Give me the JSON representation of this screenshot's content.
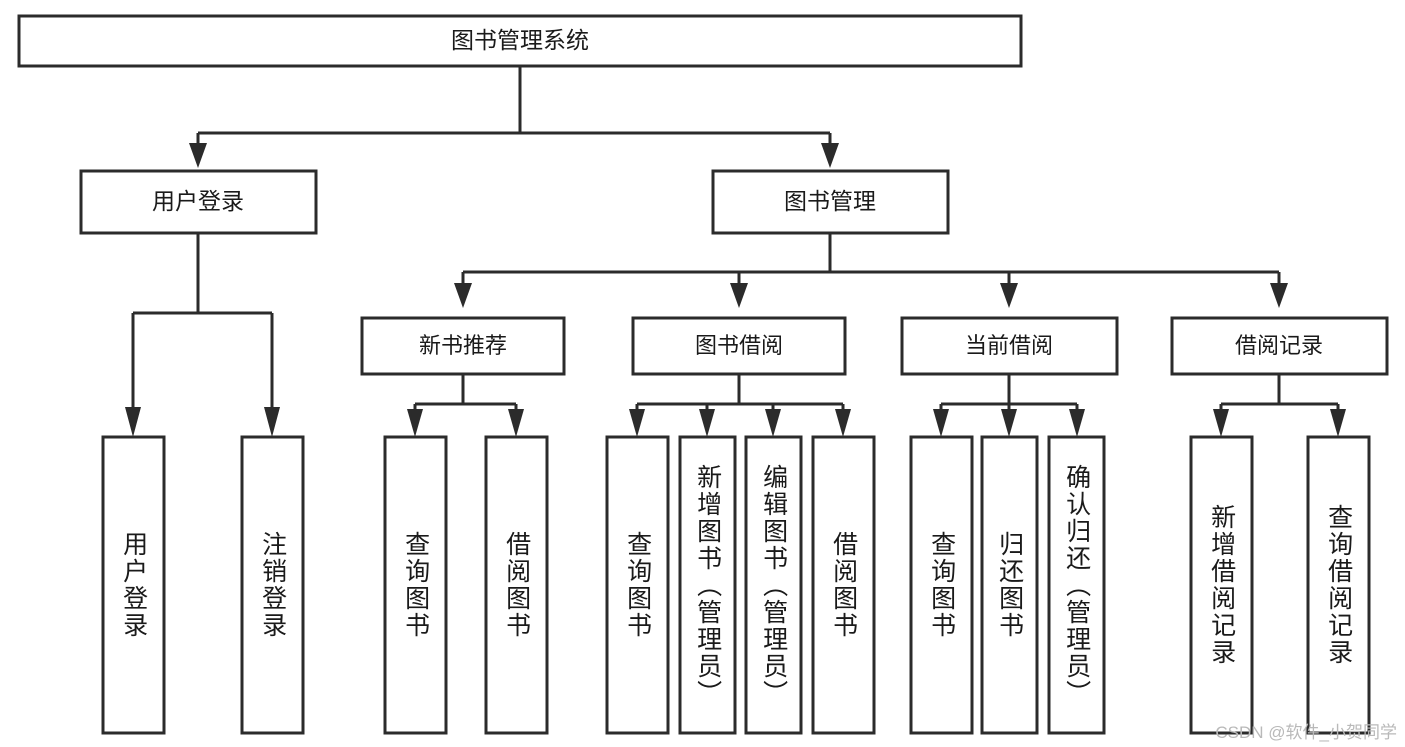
{
  "diagram": {
    "type": "tree",
    "title": "图书管理系统",
    "root": {
      "id": "root",
      "label": "图书管理系统"
    },
    "level2": [
      {
        "id": "user-login",
        "label": "用户登录"
      },
      {
        "id": "book-manage",
        "label": "图书管理"
      }
    ],
    "level3": [
      {
        "id": "new-book-rec",
        "label": "新书推荐",
        "parent": "book-manage"
      },
      {
        "id": "book-borrow",
        "label": "图书借阅",
        "parent": "book-manage"
      },
      {
        "id": "current-borrow",
        "label": "当前借阅",
        "parent": "book-manage"
      },
      {
        "id": "borrow-record",
        "label": "借阅记录",
        "parent": "book-manage"
      }
    ],
    "leaves": [
      {
        "id": "leaf-user-login",
        "label": "用户登录",
        "parent": "user-login"
      },
      {
        "id": "leaf-logout",
        "label": "注销登录",
        "parent": "user-login"
      },
      {
        "id": "leaf-query-book-1",
        "label": "查询图书",
        "parent": "new-book-rec"
      },
      {
        "id": "leaf-borrow-book-1",
        "label": "借阅图书",
        "parent": "new-book-rec"
      },
      {
        "id": "leaf-query-book-2",
        "label": "查询图书",
        "parent": "book-borrow"
      },
      {
        "id": "leaf-add-book",
        "label": "新增图书（管理员）",
        "parent": "book-borrow"
      },
      {
        "id": "leaf-edit-book",
        "label": "编辑图书（管理员）",
        "parent": "book-borrow"
      },
      {
        "id": "leaf-borrow-book-2",
        "label": "借阅图书",
        "parent": "book-borrow"
      },
      {
        "id": "leaf-query-book-3",
        "label": "查询图书",
        "parent": "current-borrow"
      },
      {
        "id": "leaf-return-book",
        "label": "归还图书",
        "parent": "current-borrow"
      },
      {
        "id": "leaf-confirm-return",
        "label": "确认归还（管理员）",
        "parent": "current-borrow"
      },
      {
        "id": "leaf-add-record",
        "label": "新增借阅记录",
        "parent": "borrow-record"
      },
      {
        "id": "leaf-query-record",
        "label": "查询借阅记录",
        "parent": "borrow-record"
      }
    ],
    "colors": {
      "stroke": "#2b2b2b",
      "fill": "#ffffff",
      "text": "#1a1a1a",
      "watermark": "#b9b9b9"
    }
  },
  "watermark": {
    "text": "CSDN @软件_小贺同学"
  }
}
